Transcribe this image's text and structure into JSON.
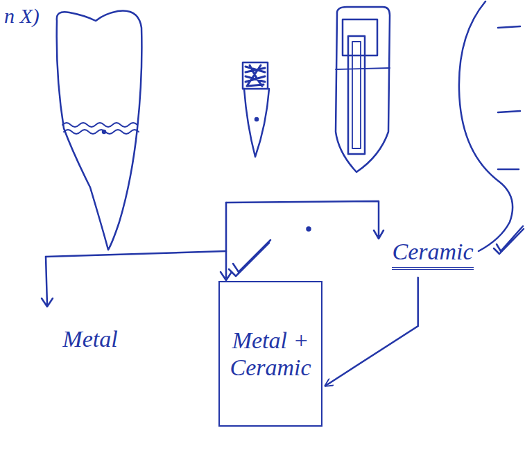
{
  "diagram": {
    "nodes": [
      {
        "text": [
          "Metal"
        ]
      },
      {
        "text": [
          "Metal + Ceramic"
        ]
      },
      {
        "text": [
          "Ceramic"
        ]
      }
    ],
    "edges": [
      {
        "from": 2,
        "to": 1,
        "arrow": "to"
      }
    ],
    "labels": [
      "n X)"
    ]
  }
}
